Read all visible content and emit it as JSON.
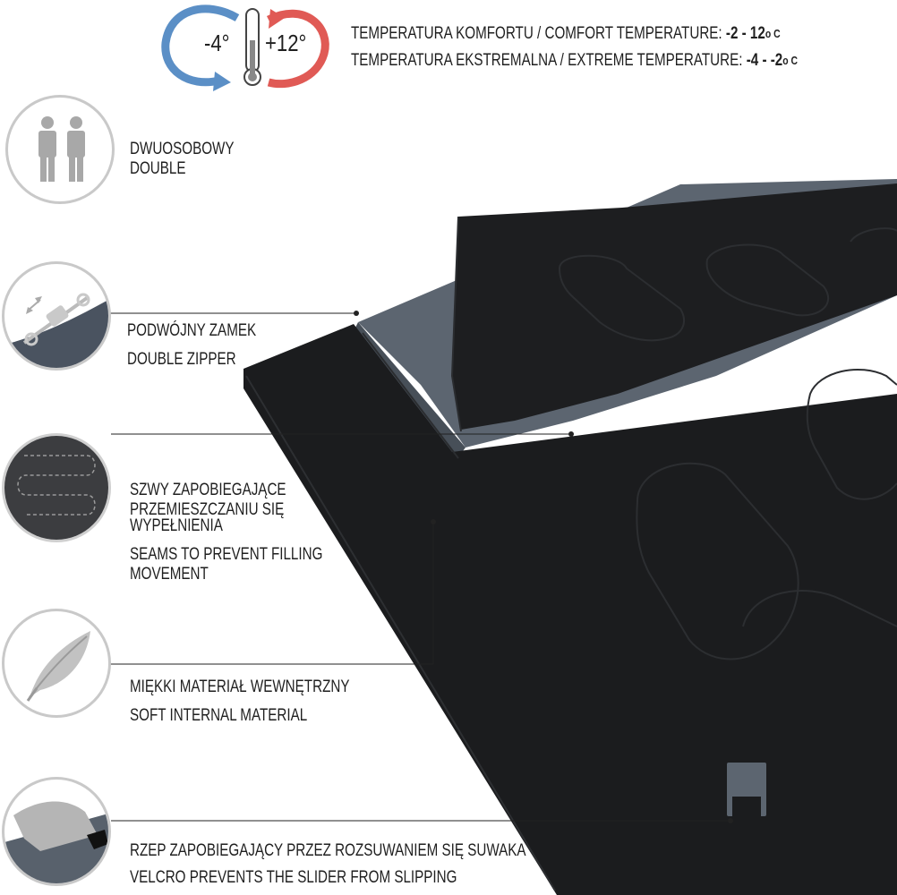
{
  "temperature": {
    "comfort_label": "TEMPERATURA KOMFORTU / COMFORT TEMPERATURE:",
    "comfort_value": "-2 - 12",
    "comfort_unit": "o C",
    "extreme_label": "TEMPERATURA EKSTREMALNA / EXTREME TEMPERATURE:",
    "extreme_value": "-4 - -2",
    "extreme_unit": "o C",
    "min_badge": "-4°",
    "max_badge": "+12°"
  },
  "features": [
    {
      "icon": "two-persons-icon",
      "line1": "DWUOSOBOWY",
      "line2": "DOUBLE"
    },
    {
      "icon": "zipper-icon",
      "line1": "PODWÓJNY ZAMEK",
      "line2": "DOUBLE ZIPPER"
    },
    {
      "icon": "seams-icon",
      "line1": "SZWY ZAPOBIEGAJĄCE",
      "line2": "PRZEMIESZCZANIU SIĘ",
      "line3": "WYPEŁNIENIA",
      "line4": "SEAMS TO PREVENT FILLING",
      "line5": "MOVEMENT"
    },
    {
      "icon": "feather-icon",
      "line1": "MIĘKKI MATERIAŁ WEWNĘTRZNY",
      "line2": "SOFT INTERNAL MATERIAL"
    },
    {
      "icon": "velcro-icon",
      "line1": "RZEP ZAPOBIEGAJĄCY PRZEZ ROZSUWANIEM SIĘ SUWAKA",
      "line2": "VELCRO PREVENTS THE SLIDER FROM SLIPPING"
    }
  ],
  "colors": {
    "bag_black": "#1b1c1e",
    "bag_grey": "#5c6570",
    "cold_arrow": "#5b8fc6",
    "warm_arrow": "#e05a55",
    "icon_grey": "#a8a8a8",
    "circle_border": "#c9c9c9"
  }
}
